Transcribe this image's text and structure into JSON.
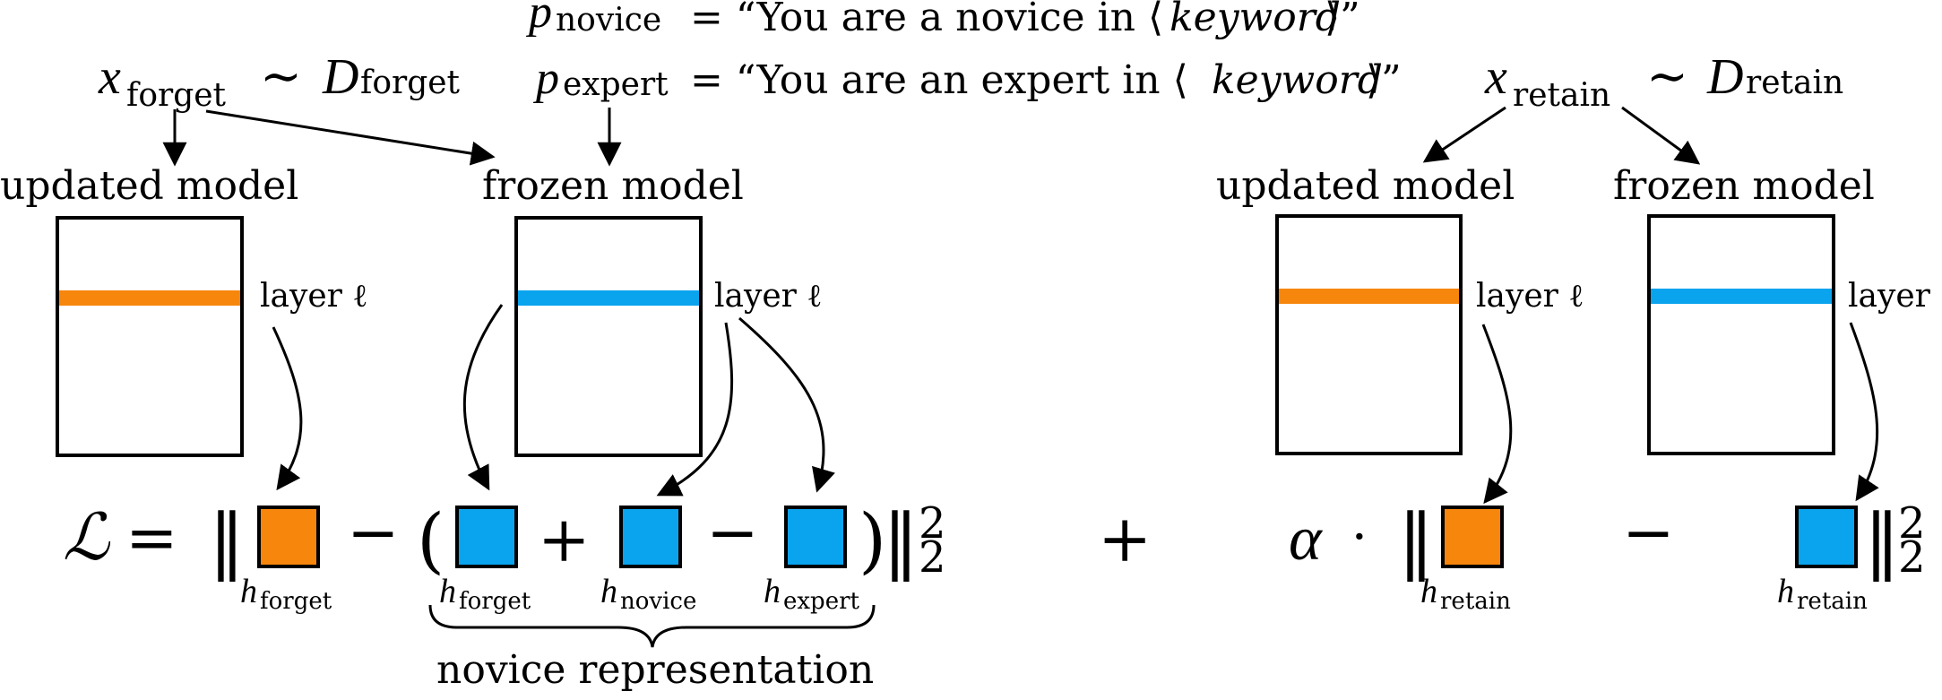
{
  "top": {
    "x_forget": {
      "var": "x",
      "sub": "forget",
      "dist": "D",
      "dist_sub": "forget",
      "sim": "∼"
    },
    "x_retain": {
      "var": "x",
      "sub": "retain",
      "dist": "D",
      "dist_sub": "retain",
      "sim": "∼"
    },
    "p_novice": {
      "var": "p",
      "sub": "novice",
      "eq": "= “You are a novice in ⟨",
      "keyword": "keyword",
      "close": "⟩”"
    },
    "p_expert": {
      "var": "p",
      "sub": "expert",
      "eq": "= “You are an expert in ⟨",
      "keyword": "keyword",
      "close": "⟩”"
    }
  },
  "models": {
    "updated_label": "updated model",
    "frozen_label": "frozen model",
    "layer_label": "layer ℓ"
  },
  "equation": {
    "loss": "ℒ",
    "equals": "=",
    "norm": "‖",
    "minus": "−",
    "plus": "+",
    "lparen": "(",
    "rparen": ")",
    "sup": "2",
    "sub": "2",
    "alpha": "α",
    "dot": "·",
    "h": "h",
    "h_forget_sub": "forget",
    "h_novice_sub": "novice",
    "h_expert_sub": "expert",
    "h_retain_sub": "retain",
    "brace_label": "novice representation"
  },
  "colors": {
    "updated": "#f7860c",
    "frozen": "#0aa3ee",
    "stroke": "#000000"
  }
}
